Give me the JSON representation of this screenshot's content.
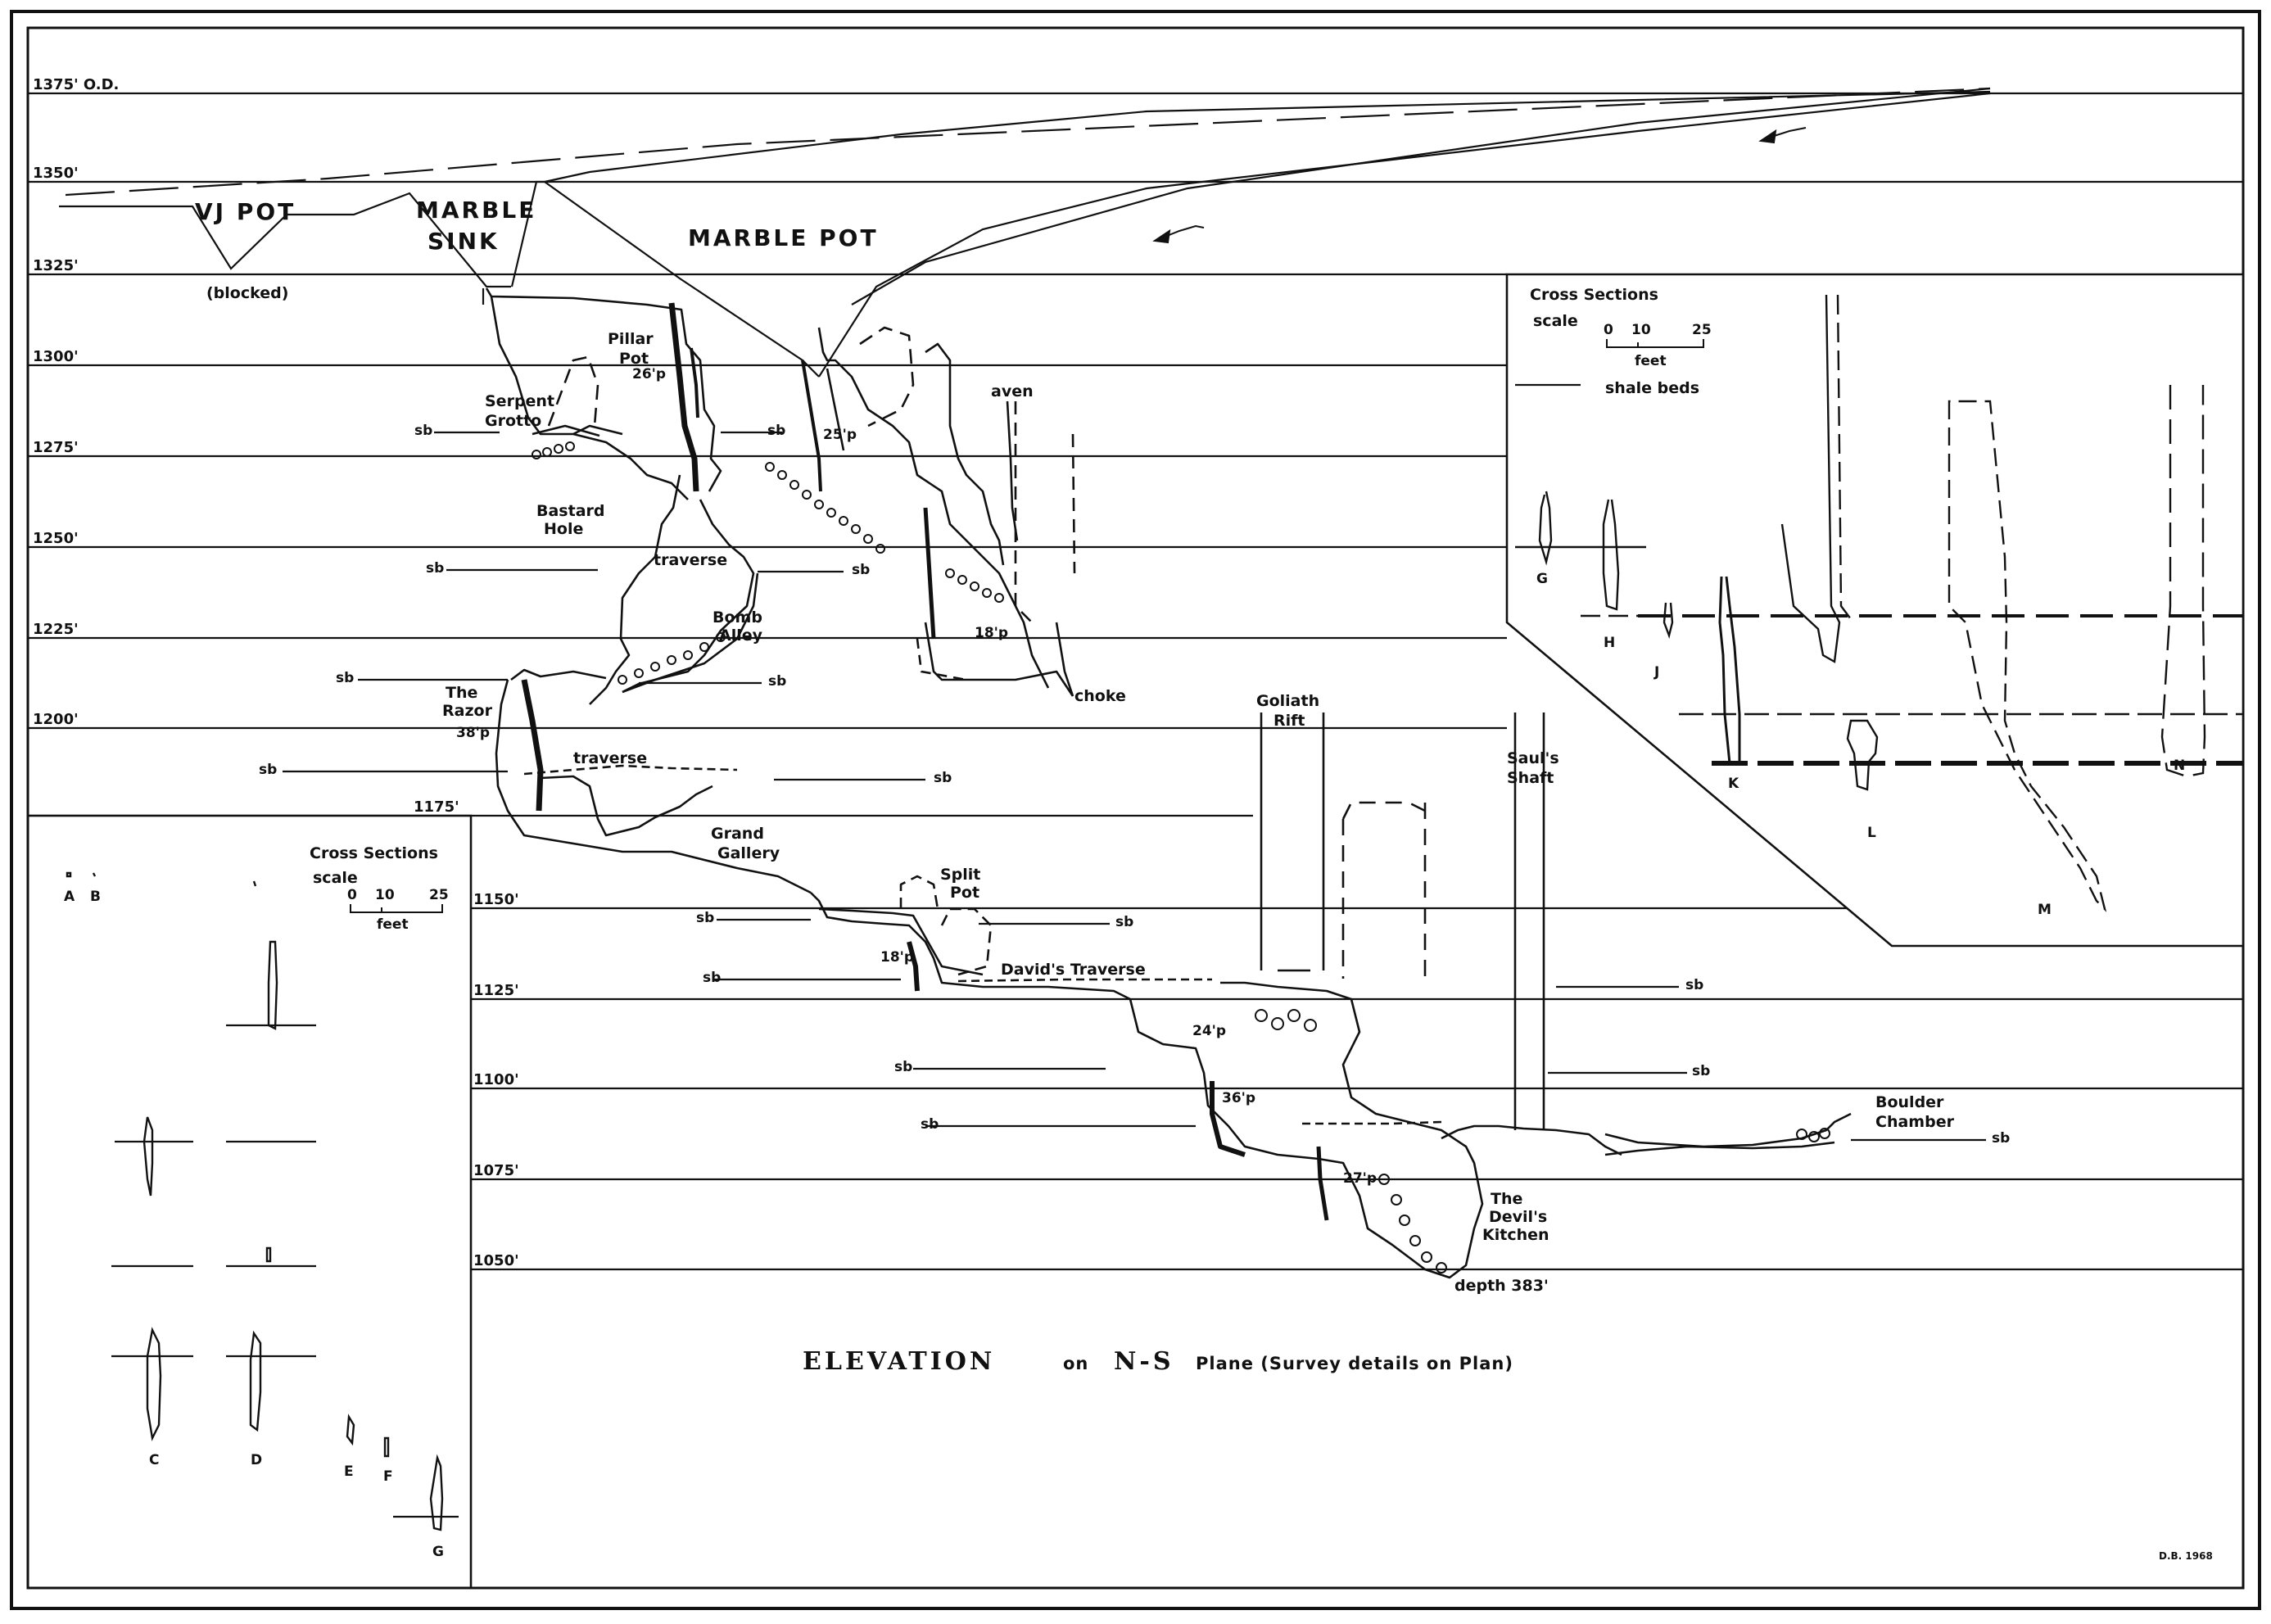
{
  "elevation_levels": [
    "1375' O.D.",
    "1350'",
    "1325'",
    "1300'",
    "1275'",
    "1250'",
    "1225'",
    "1200'",
    "1175'",
    "1150'",
    "1125'",
    "1100'",
    "1075'",
    "1050'"
  ],
  "surface": {
    "vj_pot": "VJ POT",
    "blocked": "(blocked)",
    "marble_sink_1": "MARBLE",
    "marble_sink_2": "SINK",
    "marble_pot": "MARBLE POT"
  },
  "features": {
    "pillar_pot_1": "Pillar",
    "pillar_pot_2": "Pot",
    "pillar_pitch": "26'p",
    "serpent_1": "Serpent",
    "serpent_2": "Grotto",
    "pitch_25": "25'p",
    "aven": "aven",
    "bastard_1": "Bastard",
    "bastard_2": "Hole",
    "traverse_upper": "traverse",
    "bomb_1": "Bomb",
    "bomb_2": "Alley",
    "pitch_18_upper": "18'p",
    "choke": "choke",
    "razor_1": "The",
    "razor_2": "Razor",
    "pitch_38": "38'p",
    "traverse_lower": "traverse",
    "goliath_1": "Goliath",
    "goliath_2": "Rift",
    "sauls_1": "Saul's",
    "sauls_2": "Shaft",
    "grand_1": "Grand",
    "grand_2": "Gallery",
    "split_1": "Split",
    "split_2": "Pot",
    "pitch_18_lower": "18'p",
    "davids": "David's Traverse",
    "pitch_24": "24'p",
    "pitch_36": "36'p",
    "pitch_27": "27'p",
    "devils_1": "The",
    "devils_2": "Devil's",
    "devils_3": "Kitchen",
    "depth": "depth 383'",
    "boulder_1": "Boulder",
    "boulder_2": "Chamber"
  },
  "shale_bed_label": "sb",
  "cross_sections_right": {
    "title": "Cross Sections",
    "scale_label": "scale",
    "scale_ticks": [
      "0",
      "10",
      "25"
    ],
    "unit": "feet",
    "legend_label": "shale beds",
    "letters": [
      "G",
      "H",
      "J",
      "K",
      "L",
      "M",
      "N"
    ]
  },
  "cross_sections_left": {
    "title": "Cross Sections",
    "scale_label": "scale",
    "scale_ticks": [
      "0",
      "10",
      "25"
    ],
    "unit": "feet",
    "letters": [
      "A",
      "B",
      "C",
      "D",
      "E",
      "F",
      "G"
    ]
  },
  "title": {
    "main": "ELEVATION",
    "on": "on",
    "plane": "N-S",
    "rest": "Plane (Survey details on Plan)"
  },
  "credit": "D.B. 1968"
}
